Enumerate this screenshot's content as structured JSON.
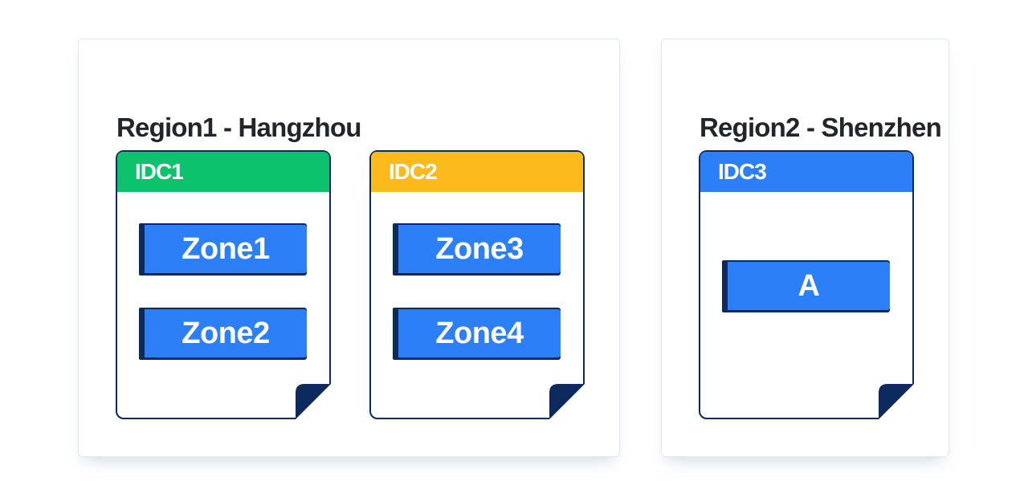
{
  "colors": {
    "navy": "#0d2a5e",
    "green": "#0CC26D",
    "amber": "#FCBA1C",
    "blue": "#2D7FF8",
    "title_text": "#22252a",
    "region_border": "#e2e6ee",
    "card_background": "#ffffff"
  },
  "regions": [
    {
      "title": "Region1 - Hangzhou",
      "idcs": [
        {
          "label": "IDC1",
          "header_color": "#0CC26D",
          "zones": [
            {
              "label": "Zone1"
            },
            {
              "label": "Zone2"
            }
          ]
        },
        {
          "label": "IDC2",
          "header_color": "#FCBA1C",
          "zones": [
            {
              "label": "Zone3"
            },
            {
              "label": "Zone4"
            }
          ]
        }
      ]
    },
    {
      "title": "Region2 - Shenzhen",
      "idcs": [
        {
          "label": "IDC3",
          "header_color": "#2D7FF8",
          "zones": [
            {
              "label": "A"
            }
          ]
        }
      ]
    }
  ]
}
